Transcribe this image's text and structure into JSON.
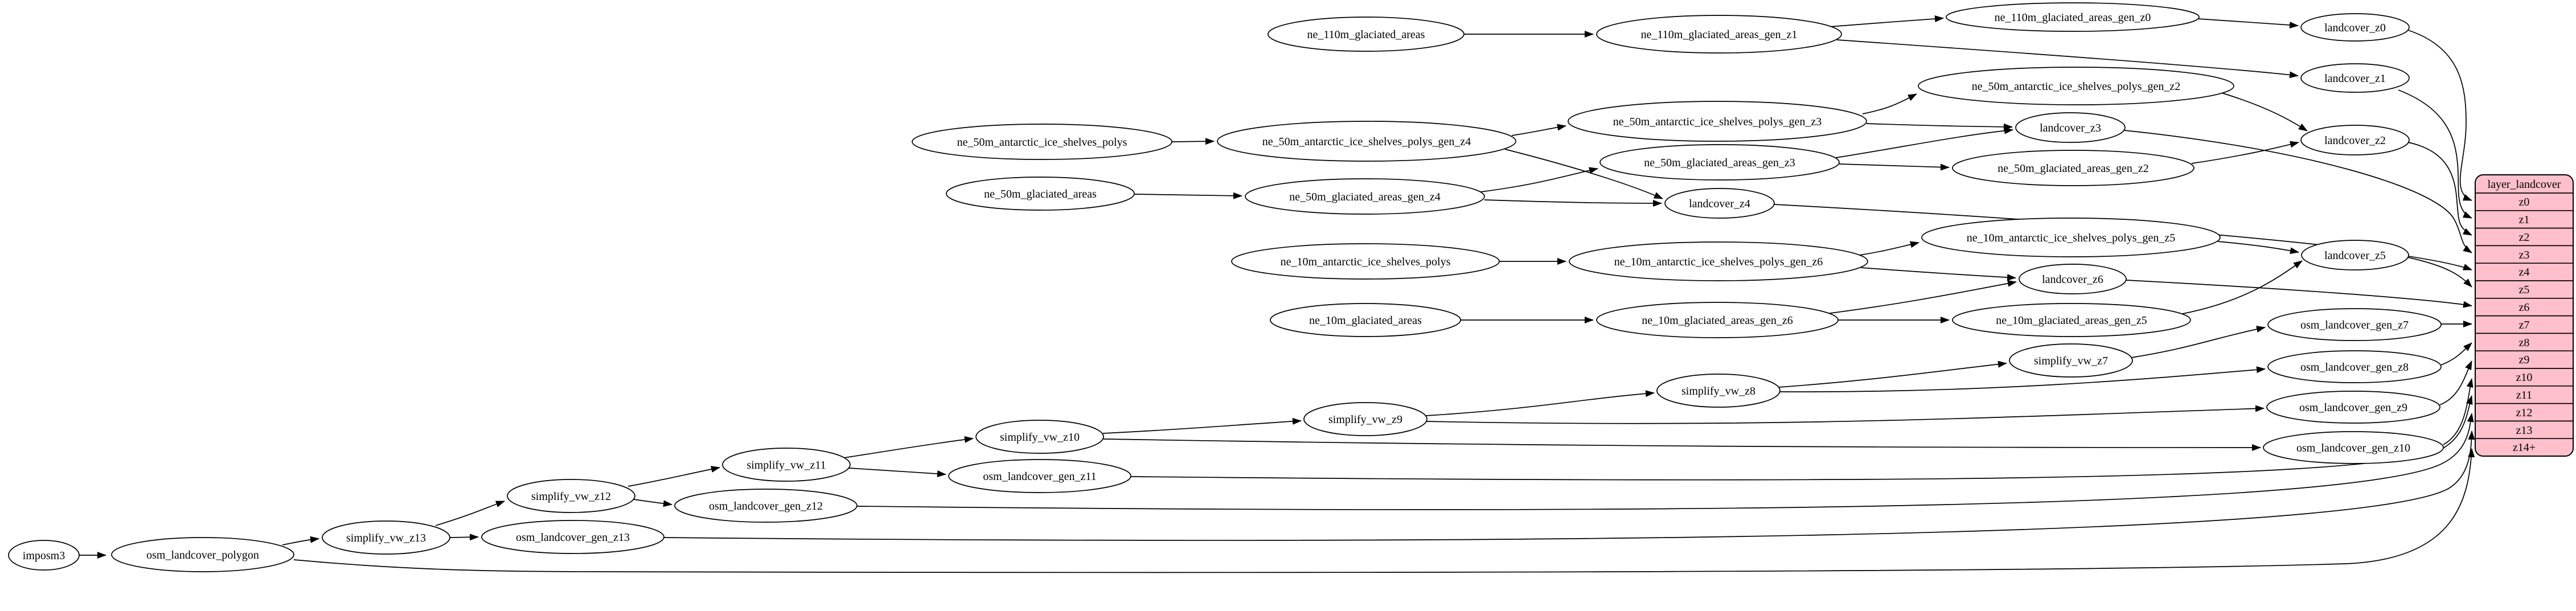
{
  "diagram": {
    "colors": {
      "background": "#ffffff",
      "node_fill": "#ffffff",
      "edge_color": "#000000",
      "table_fill": "#ffc0cb",
      "table_stroke": "#000000"
    },
    "nodes": {
      "imposm3": {
        "label": "imposm3"
      },
      "osm_landcover_polygon": {
        "label": "osm_landcover_polygon"
      },
      "simplify_vw_z13": {
        "label": "simplify_vw_z13"
      },
      "osm_landcover_gen_z13": {
        "label": "osm_landcover_gen_z13"
      },
      "simplify_vw_z12": {
        "label": "simplify_vw_z12"
      },
      "osm_landcover_gen_z12": {
        "label": "osm_landcover_gen_z12"
      },
      "simplify_vw_z11": {
        "label": "simplify_vw_z11"
      },
      "osm_landcover_gen_z11": {
        "label": "osm_landcover_gen_z11"
      },
      "simplify_vw_z10": {
        "label": "simplify_vw_z10"
      },
      "simplify_vw_z9": {
        "label": "simplify_vw_z9"
      },
      "simplify_vw_z8": {
        "label": "simplify_vw_z8"
      },
      "simplify_vw_z7": {
        "label": "simplify_vw_z7"
      },
      "osm_landcover_gen_z7": {
        "label": "osm_landcover_gen_z7"
      },
      "osm_landcover_gen_z8": {
        "label": "osm_landcover_gen_z8"
      },
      "osm_landcover_gen_z9": {
        "label": "osm_landcover_gen_z9"
      },
      "osm_landcover_gen_z10": {
        "label": "osm_landcover_gen_z10"
      },
      "ne_110m_glaciated_areas": {
        "label": "ne_110m_glaciated_areas"
      },
      "ne_110m_glaciated_areas_gen_z1": {
        "label": "ne_110m_glaciated_areas_gen_z1"
      },
      "ne_110m_glaciated_areas_gen_z0": {
        "label": "ne_110m_glaciated_areas_gen_z0"
      },
      "landcover_z0": {
        "label": "landcover_z0"
      },
      "landcover_z1": {
        "label": "landcover_z1"
      },
      "ne_50m_antarctic_ice_shelves_polys": {
        "label": "ne_50m_antarctic_ice_shelves_polys"
      },
      "ne_50m_antarctic_ice_shelves_polys_gen_z4": {
        "label": "ne_50m_antarctic_ice_shelves_polys_gen_z4"
      },
      "ne_50m_antarctic_ice_shelves_polys_gen_z3": {
        "label": "ne_50m_antarctic_ice_shelves_polys_gen_z3"
      },
      "ne_50m_antarctic_ice_shelves_polys_gen_z2": {
        "label": "ne_50m_antarctic_ice_shelves_polys_gen_z2"
      },
      "landcover_z2": {
        "label": "landcover_z2"
      },
      "landcover_z3": {
        "label": "landcover_z3"
      },
      "landcover_z4": {
        "label": "landcover_z4"
      },
      "ne_50m_glaciated_areas": {
        "label": "ne_50m_glaciated_areas"
      },
      "ne_50m_glaciated_areas_gen_z4": {
        "label": "ne_50m_glaciated_areas_gen_z4"
      },
      "ne_50m_glaciated_areas_gen_z3": {
        "label": "ne_50m_glaciated_areas_gen_z3"
      },
      "ne_50m_glaciated_areas_gen_z2": {
        "label": "ne_50m_glaciated_areas_gen_z2"
      },
      "ne_10m_antarctic_ice_shelves_polys": {
        "label": "ne_10m_antarctic_ice_shelves_polys"
      },
      "ne_10m_antarctic_ice_shelves_polys_gen_z6": {
        "label": "ne_10m_antarctic_ice_shelves_polys_gen_z6"
      },
      "ne_10m_antarctic_ice_shelves_polys_gen_z5": {
        "label": "ne_10m_antarctic_ice_shelves_polys_gen_z5"
      },
      "landcover_z5": {
        "label": "landcover_z5"
      },
      "landcover_z6": {
        "label": "landcover_z6"
      },
      "ne_10m_glaciated_areas": {
        "label": "ne_10m_glaciated_areas"
      },
      "ne_10m_glaciated_areas_gen_z6": {
        "label": "ne_10m_glaciated_areas_gen_z6"
      },
      "ne_10m_glaciated_areas_gen_z5": {
        "label": "ne_10m_glaciated_areas_gen_z5"
      }
    },
    "table": {
      "title": "layer_landcover",
      "rows": [
        "z0",
        "z1",
        "z2",
        "z3",
        "z4",
        "z5",
        "z6",
        "z7",
        "z8",
        "z9",
        "z10",
        "z11",
        "z12",
        "z13",
        "z14+"
      ]
    }
  }
}
